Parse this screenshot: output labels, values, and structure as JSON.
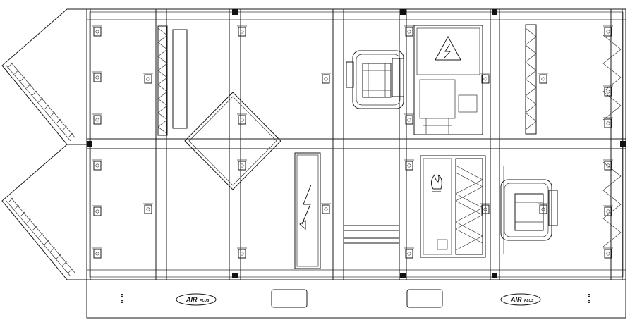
{
  "diagram": {
    "type": "air-handling-unit-top-view",
    "logo": {
      "brand": "AIR",
      "suffix": "PLUS",
      "count": 2
    },
    "sections": [
      "intake-louvers-upper",
      "intake-louvers-lower",
      "filter-section",
      "heat-exchanger-section",
      "electric-heater-section",
      "fan-section-upper",
      "control-panel",
      "filter-section-right",
      "damper-cooling-section",
      "fan-section-lower",
      "outlet-section"
    ],
    "symbols": [
      "high-voltage-warning-icon",
      "lightning-icon",
      "flame-icon",
      "diamond-heat-exchanger"
    ],
    "colors": {
      "line": "#1a1a1a",
      "background": "#ffffff"
    }
  }
}
